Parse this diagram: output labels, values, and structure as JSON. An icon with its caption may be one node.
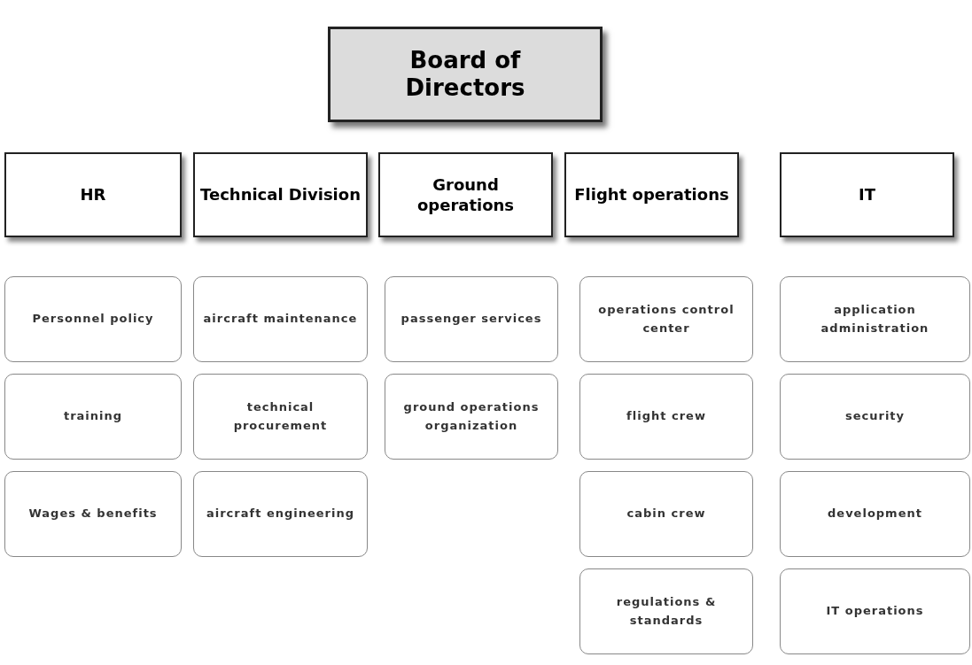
{
  "diagram": {
    "nodes": [
      {
        "text": [
          "Board of Directors"
        ]
      },
      {
        "text": [
          "HR"
        ]
      },
      {
        "text": [
          "Technical Division"
        ]
      },
      {
        "text": [
          "Ground operations"
        ]
      },
      {
        "text": [
          "Flight operations"
        ]
      },
      {
        "text": [
          "IT"
        ]
      },
      {
        "text": [
          "Personnel policy"
        ]
      },
      {
        "text": [
          "aircraft maintenance"
        ]
      },
      {
        "text": [
          "passenger services"
        ]
      },
      {
        "text": [
          "operations control center"
        ]
      },
      {
        "text": [
          "application administration"
        ]
      },
      {
        "text": [
          "training"
        ]
      },
      {
        "text": [
          "technical procurement"
        ]
      },
      {
        "text": [
          "ground operations organization"
        ]
      },
      {
        "text": [
          "flight crew"
        ]
      },
      {
        "text": [
          "security"
        ]
      },
      {
        "text": [
          "Wages & benefits"
        ]
      },
      {
        "text": [
          "aircraft engineering"
        ]
      },
      {
        "text": [
          "cabin crew"
        ]
      },
      {
        "text": [
          "development"
        ]
      },
      {
        "text": [
          "regulations & standards"
        ]
      },
      {
        "text": [
          "IT operations"
        ]
      }
    ]
  }
}
